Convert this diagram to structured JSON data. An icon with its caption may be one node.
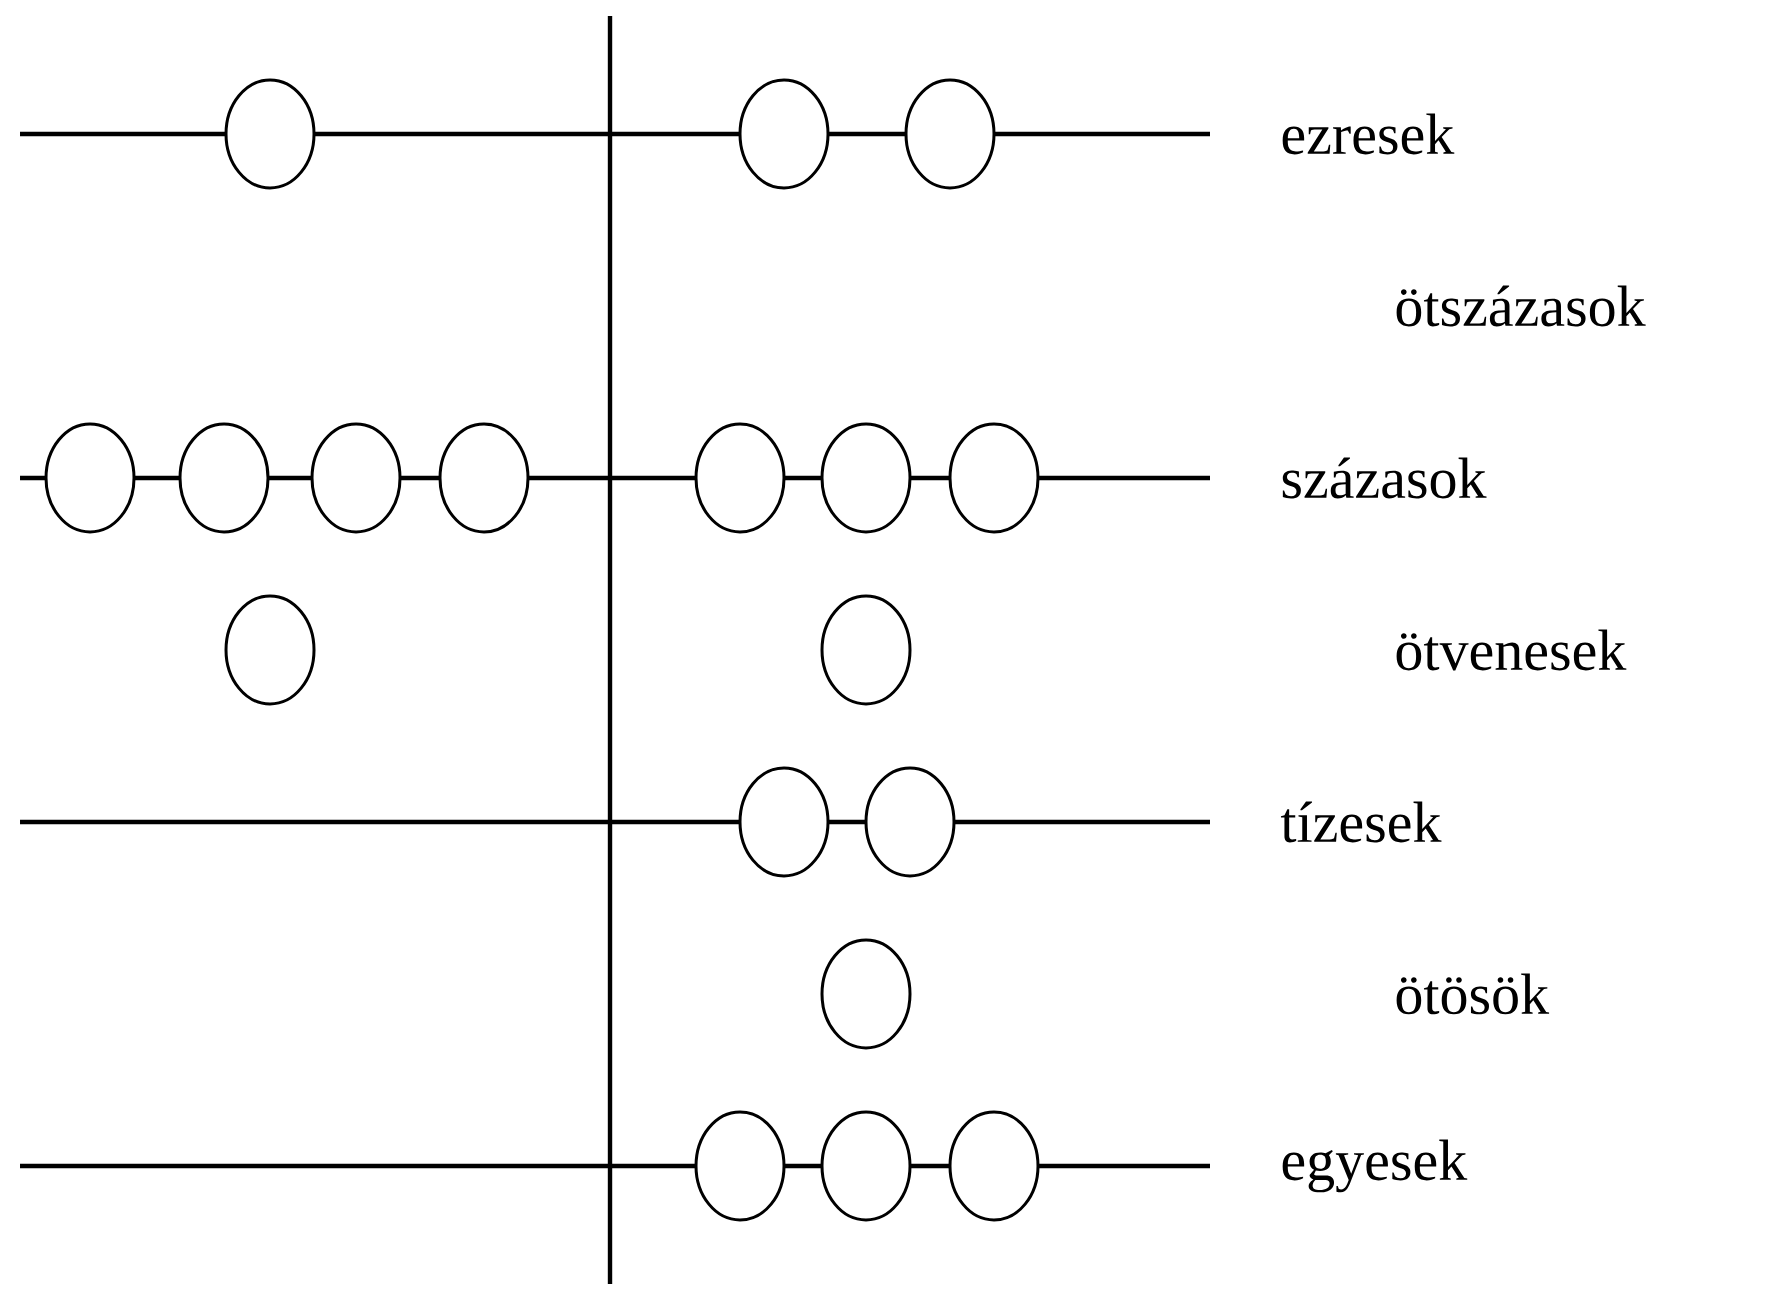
{
  "diagram": {
    "labels": [
      "ezresek",
      "ötszázasok",
      "százasok",
      "ötvenesek",
      "tízesek",
      "ötösök",
      "egyesek"
    ]
  }
}
